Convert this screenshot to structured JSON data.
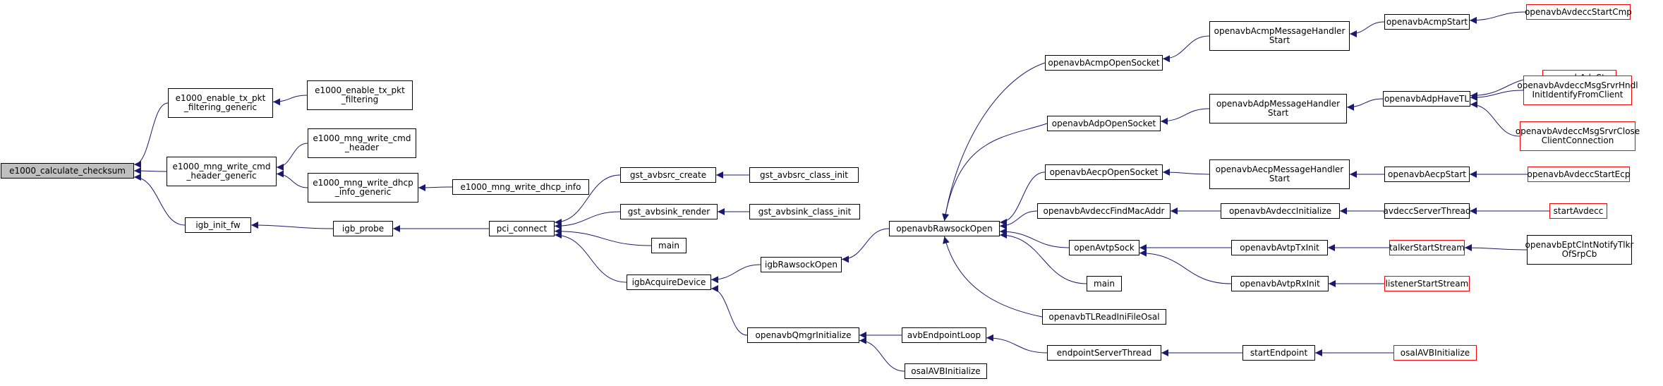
{
  "colors": {
    "edge": "#191970",
    "border": "#000000",
    "truncated_border": "#ff0000",
    "root_fill": "#bfbfbf",
    "node_fill": "#ffffff"
  },
  "nodes": {
    "n_root": [
      "e1000_calculate_checksum"
    ],
    "n_enable_tx_generic": [
      "e1000_enable_tx_pkt",
      "_filtering_generic"
    ],
    "n_enable_tx": [
      "e1000_enable_tx_pkt",
      "_filtering"
    ],
    "n_mng_cmd_header_generic": [
      "e1000_mng_write_cmd",
      "_header_generic"
    ],
    "n_mng_cmd_header": [
      "e1000_mng_write_cmd",
      "_header"
    ],
    "n_mng_dhcp_generic": [
      "e1000_mng_write_dhcp",
      "_info_generic"
    ],
    "n_mng_dhcp_info": [
      "e1000_mng_write_dhcp_info"
    ],
    "n_igb_init_fw": [
      "igb_init_fw"
    ],
    "n_igb_probe": [
      "igb_probe"
    ],
    "n_pci_connect": [
      "pci_connect"
    ],
    "n_gst_src_create": [
      "gst_avbsrc_create"
    ],
    "n_gst_src_class_init": [
      "gst_avbsrc_class_init"
    ],
    "n_gst_sink_render": [
      "gst_avbsink_render"
    ],
    "n_gst_sink_class_init": [
      "gst_avbsink_class_init"
    ],
    "n_main1": [
      "main"
    ],
    "n_igb_acquire": [
      "igbAcquireDevice"
    ],
    "n_igb_rawsock_open": [
      "igbRawsockOpen"
    ],
    "n_qmgr_init": [
      "openavbQmgrInitialize"
    ],
    "n_avb_endpoint_loop": [
      "avbEndpointLoop"
    ],
    "n_osal_init": [
      "osalAVBInitialize"
    ],
    "n_endpoint_server_thread": [
      "endpointServerThread"
    ],
    "n_start_endpoint": [
      "startEndpoint"
    ],
    "n_osal_avb_initialize": [
      "osalAVBInitialize"
    ],
    "n_rawsock_open": [
      "openavbRawsockOpen"
    ],
    "n_acmp_open_socket": [
      "openavbAcmpOpenSocket"
    ],
    "n_adp_open_socket": [
      "openavbAdpOpenSocket"
    ],
    "n_aecp_open_socket": [
      "openavbAecpOpenSocket"
    ],
    "n_avdecc_find_mac": [
      "openavbAvdeccFindMacAddr"
    ],
    "n_avtp_sock": [
      "openAvtpSock"
    ],
    "n_main2": [
      "main"
    ],
    "n_tl_read_ini": [
      "openavbTLReadIniFileOsal"
    ],
    "n_acmp_msg_handler": [
      "openavbAcmpMessageHandler",
      "Start"
    ],
    "n_adp_msg_handler": [
      "openavbAdpMessageHandler",
      "Start"
    ],
    "n_aecp_msg_handler": [
      "openavbAecpMessageHandler",
      "Start"
    ],
    "n_avdecc_initialize": [
      "openavbAvdeccInitialize"
    ],
    "n_avtp_tx_init": [
      "openavbAvtpTxInit"
    ],
    "n_avtp_rx_init": [
      "openavbAvtpRxInit"
    ],
    "n_acmp_start": [
      "openavbAcmpStart"
    ],
    "n_adp_have_tl": [
      "openavbAdpHaveTL"
    ],
    "n_aecp_start": [
      "openavbAecpStart"
    ],
    "n_avdecc_server_thread": [
      "avdeccServerThread"
    ],
    "n_talker_start_stream": [
      "talkerStartStream"
    ],
    "n_listener_start_stream": [
      "listenerStartStream"
    ],
    "n_avdecc_start_cmp": [
      "openavbAvdeccStartCmp"
    ],
    "n_adp_stop": [
      "openavbAdpStop"
    ],
    "n_avdecc_msg_identify": [
      "openavbAvdeccMsgSrvrHndl",
      "InitIdentifyFromClient"
    ],
    "n_avdecc_msg_close": [
      "openavbAvdeccMsgSrvrClose",
      "ClientConnection"
    ],
    "n_avdecc_start_ecp": [
      "openavbAvdeccStartEcp"
    ],
    "n_start_avdecc": [
      "startAvdecc"
    ],
    "n_ept_notify": [
      "openavbEptClntNotifyTlkr",
      "OfSrpCb"
    ]
  }
}
